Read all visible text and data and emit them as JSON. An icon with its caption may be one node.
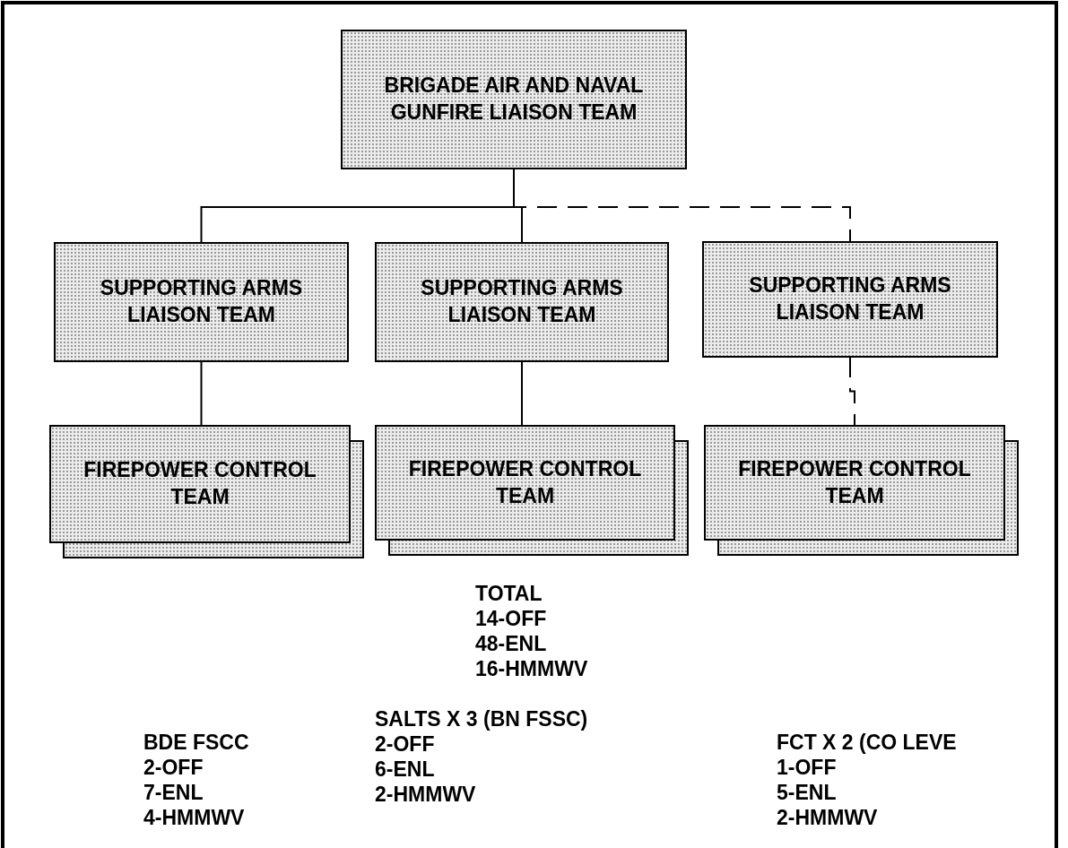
{
  "diagram": {
    "nodes": [
      {
        "text": [
          "BRIGADE AIR AND NAVAL GUNFIRE LIAISON TEAM"
        ]
      },
      {
        "text": [
          "SUPPORTING ARMS LIAISON TEAM"
        ]
      },
      {
        "text": [
          "SUPPORTING ARMS LIAISON TEAM"
        ]
      },
      {
        "text": [
          "SUPPORTING ARMS LIAISON TEAM"
        ]
      },
      {
        "text": [
          "FIREPOWER CONTROL TEAM"
        ]
      },
      {
        "text": [
          "FIREPOWER CONTROL TEAM"
        ]
      },
      {
        "text": [
          "FIREPOWER CONTROL TEAM"
        ]
      }
    ],
    "edges": [
      {
        "from": 0,
        "to": 1,
        "arrow": "none"
      },
      {
        "from": 0,
        "to": 2,
        "arrow": "none"
      },
      {
        "from": 0,
        "to": 3,
        "arrow": "none",
        "style": "dashed"
      },
      {
        "from": 1,
        "to": 4,
        "arrow": "none"
      },
      {
        "from": 2,
        "to": 5,
        "arrow": "none"
      },
      {
        "from": 3,
        "to": 6,
        "arrow": "none",
        "style": "dashed"
      }
    ],
    "labels": [
      "TOTAL",
      "14-OFF",
      "48-ENL",
      "16-HMMWV",
      "BDE FSCC",
      "2-OFF",
      "7-ENL",
      "4-HMMWV",
      "SALTS X 3 (BN FSSC)",
      "2-OFF",
      "6-ENL",
      "2-HMMWV",
      "FCT X 2 (CO LEVE",
      "1-OFF",
      "5-ENL",
      "2-HMMWV"
    ]
  }
}
